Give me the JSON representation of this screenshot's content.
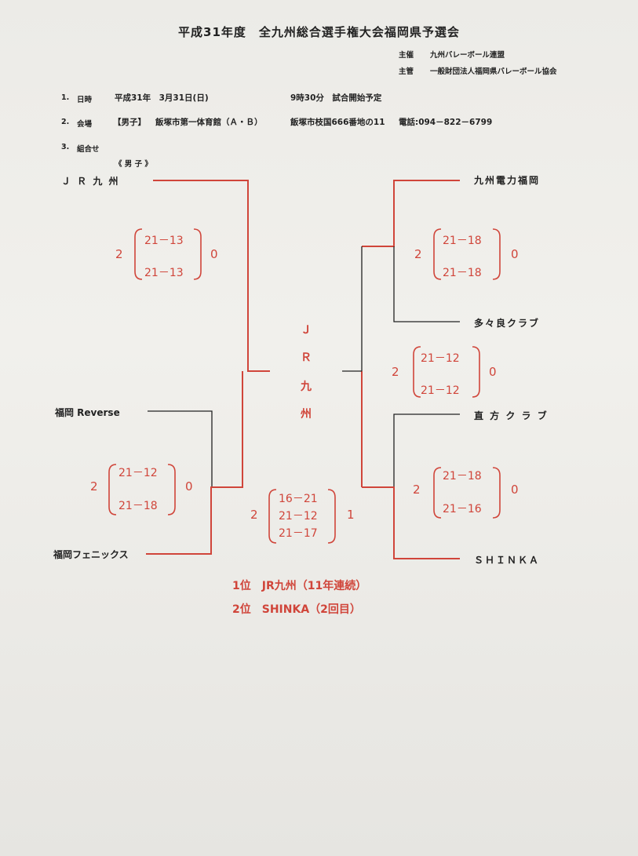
{
  "header": {
    "title": "平成31年度　全九州総合選手権大会福岡県予選会",
    "organizer_label": "主催",
    "organizer": "九州バレーボール連盟",
    "manager_label": "主管",
    "manager": "一般財団法人福岡県バレーボール協会"
  },
  "info": {
    "date_no": "1.",
    "date_label": "日時",
    "date_value": "平成31年　3月31日(日)",
    "time_value": "9時30分　試合開始予定",
    "venue_no": "2.",
    "venue_label": "会場",
    "venue_category": "【男子】",
    "venue_value": "飯塚市第一体育館（Ａ・Ｂ）",
    "venue_address": "飯塚市枝国666番地の11",
    "venue_phone": "電話:094－822－6799",
    "bracket_no": "3.",
    "bracket_label": "組合せ",
    "section_label": "《 男 子 》"
  },
  "teams": {
    "left_top": "Ｊ Ｒ 九 州",
    "left_mid": "福岡 Reverse",
    "left_bottom": "福岡フェニックス",
    "right_1": "九州電力福岡",
    "right_2": "多々良クラブ",
    "right_3": "直 方 ク ラ ブ",
    "right_4": "ＳＨＩＮＫＡ"
  },
  "matches": {
    "m1": {
      "left": "2",
      "right": "0",
      "sets": [
        "21－13",
        "21－13"
      ]
    },
    "m2": {
      "left": "2",
      "right": "0",
      "sets": [
        "21－12",
        "21－18"
      ]
    },
    "m3": {
      "left": "2",
      "right": "0",
      "sets": [
        "21－18",
        "21－18"
      ]
    },
    "m4": {
      "left": "2",
      "right": "0",
      "sets": [
        "21－18",
        "21－16"
      ]
    },
    "m5": {
      "left": "2",
      "right": "0",
      "sets": [
        "21－12",
        "21－12"
      ]
    },
    "final": {
      "left": "2",
      "right": "1",
      "sets": [
        "16－21",
        "21－12",
        "21－17"
      ]
    }
  },
  "champion_chars": [
    "Ｊ",
    "Ｒ",
    "九",
    "州"
  ],
  "results": {
    "first": "1位　JR九州（11年連続）",
    "second": "2位　SHINKA（2回目）"
  },
  "colors": {
    "red": "#d0453a",
    "black": "#222222"
  }
}
